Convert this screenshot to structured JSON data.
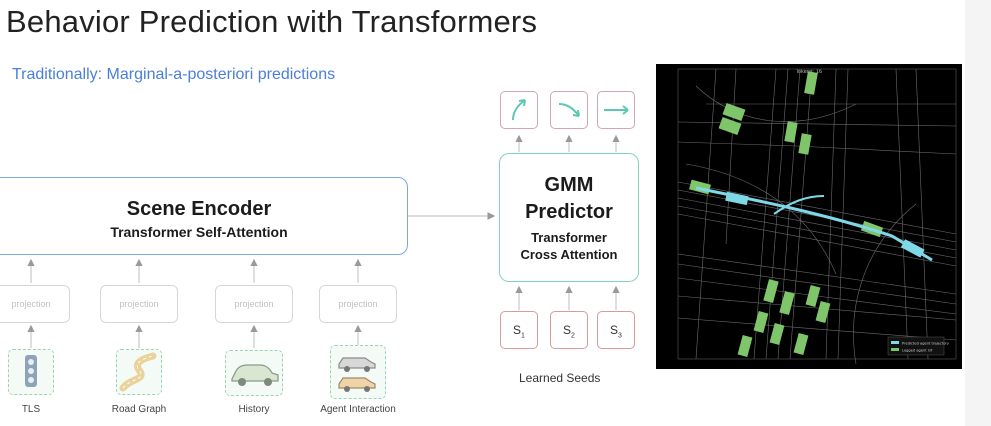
{
  "slide": {
    "title": "Behavior Prediction with Transformers",
    "subtitle": "Traditionally: Marginal-a-posteriori predictions"
  },
  "scene_encoder": {
    "title": "Scene Encoder",
    "subtitle": "Transformer Self-Attention"
  },
  "gmm_predictor": {
    "line1": "GMM",
    "line2": "Predictor",
    "line3": "Transformer",
    "line4": "Cross Attention"
  },
  "projections": [
    "projection",
    "projection",
    "projection",
    "projection"
  ],
  "inputs": [
    {
      "label": "TLS",
      "icon": "traffic-light-icon"
    },
    {
      "label": "Road Graph",
      "icon": "road-icon"
    },
    {
      "label": "History",
      "icon": "car-icon"
    },
    {
      "label": "Agent Interaction",
      "icon": "two-cars-icon"
    }
  ],
  "seeds": [
    {
      "label": "S",
      "sub": "1"
    },
    {
      "label": "S",
      "sub": "2"
    },
    {
      "label": "S",
      "sub": "3"
    }
  ],
  "seeds_caption": "Learned Seeds",
  "outputs": [
    {
      "icon": "curve-up-arrow-icon"
    },
    {
      "icon": "curve-down-arrow-icon"
    },
    {
      "icon": "straight-arrow-icon"
    }
  ],
  "visualization": {
    "title": "Tokens: 16",
    "legend": [
      "Predicted agent trajectory",
      "Logged agent GT"
    ],
    "colors": {
      "prediction": "#7fd8e8",
      "logged": "#7fc56a",
      "background": "#000000"
    }
  },
  "colors": {
    "title": "#222222",
    "subtitle": "#4a7fd9",
    "scene_border": "#7aa7ea",
    "gmm_border": "#86d2b4",
    "seed_border": "#d89a9a",
    "output_border": "#d4a5b2",
    "output_arrow": "#5cc7b2"
  }
}
